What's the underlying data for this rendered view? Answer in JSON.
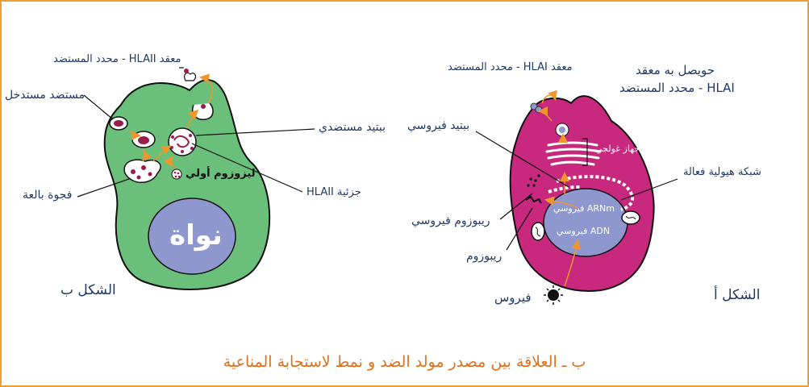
{
  "caption": "ب ـ العلاقة بين مصدر مولد الضد و نمط لاستجابة المناعية",
  "figure_b": {
    "title": "الشكل ب",
    "nucleus": "نواة",
    "labels": {
      "complex": "معقد HLAII - محدد المستضد",
      "ingested_antigen": "مستضد مستدخل",
      "peptide": "ببتيد مستضدي",
      "hla_molecule": "جزئية HLAII",
      "phagocytic_vacuole": "فجوة بالعة",
      "primary_lysosome": "ليزوزوم أولي"
    }
  },
  "figure_a": {
    "title": "الشكل أ",
    "labels": {
      "complex": "معقد HLAI - محدد المستضد",
      "vesicle_line1": "حويصل به معقد",
      "vesicle_line2": "HLAI - محدد المستضد",
      "viral_peptide": "ببتيد فيروسي",
      "golgi": "جهاز غولجي",
      "reticulum": "شبكة هيولية فعالة",
      "viral_mrna": "ARNm فيروسي",
      "viral_dna": "ADN فيروسي",
      "viral_ribosome": "ريبوزوم فيروسي",
      "ribosome": "ريبوزوم",
      "virus": "فيروس"
    }
  },
  "colors": {
    "green_cell": "#6abf7b",
    "magenta_cell": "#c8297f",
    "nucleus": "#8f97cf",
    "arrow": "#f0962c",
    "label": "#1f3864",
    "frame": "#f0a030"
  }
}
